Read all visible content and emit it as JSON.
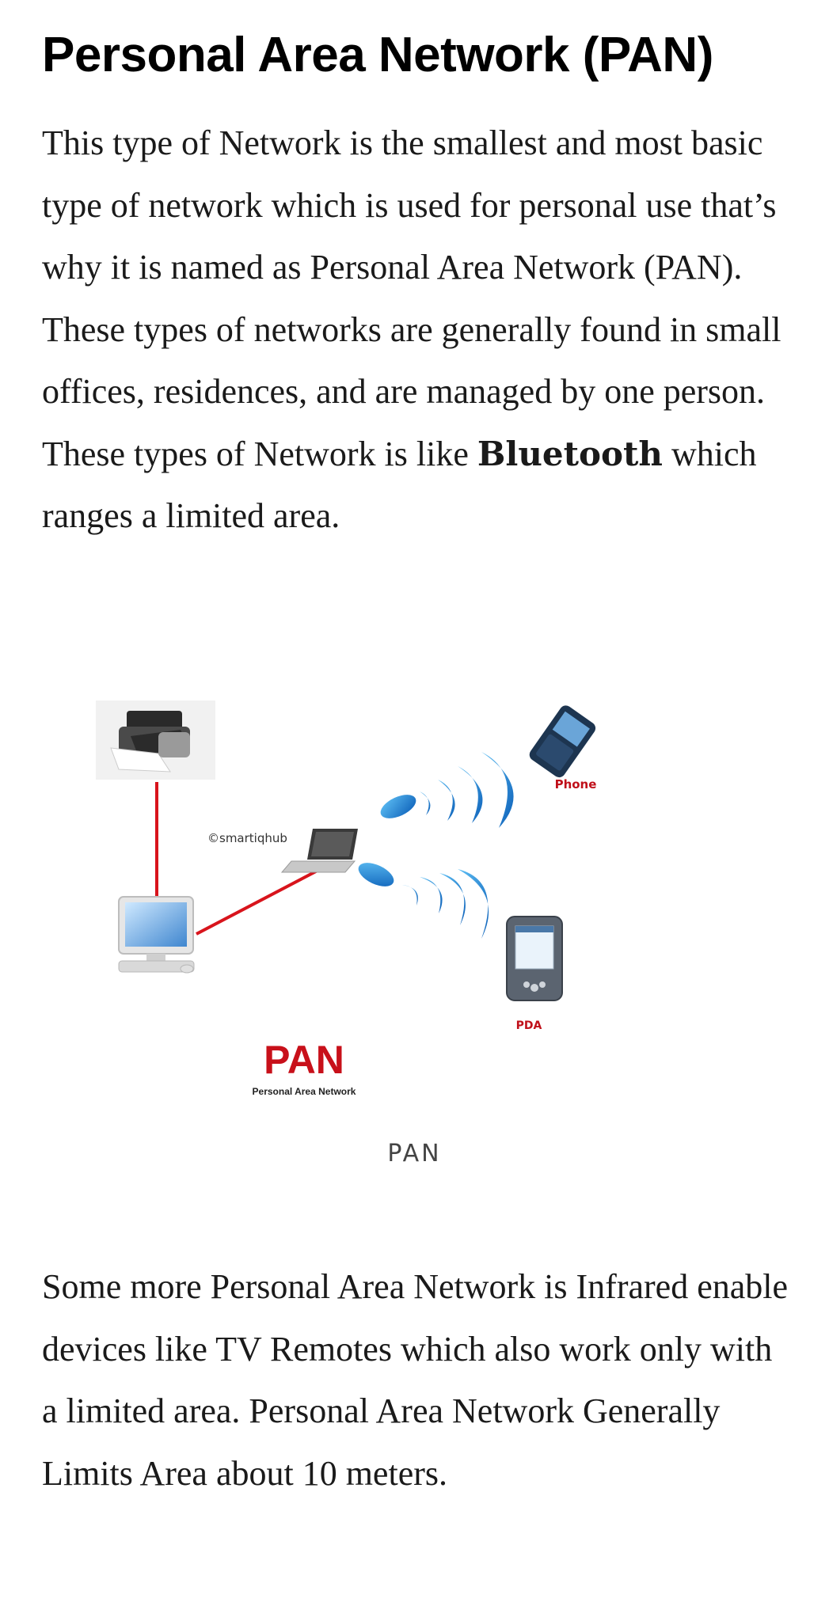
{
  "article": {
    "title": "Personal Area Network (PAN)",
    "intro_text": "This type of Network is the smallest and most basic type of network which is used for personal use that’s why it is named as Personal Area Network (PAN). These types of networks are generally found in small offices, residences, and are managed by one person. These types of Network is like ",
    "intro_bold": "Bluetooth",
    "intro_tail": " which ranges a limited area.",
    "closing_text": "Some more Personal Area Network is Infrared enable devices like TV Remotes which also work only with a limited area. Personal Area Network Generally Limits Area about 10 meters."
  },
  "figure": {
    "watermark": "©smartiqhub",
    "label_phone": "Phone",
    "label_pda": "PDA",
    "brand_title": "PAN",
    "brand_subtitle": "Personal Area Network",
    "caption": "PAN",
    "icons": [
      "printer-icon",
      "desktop-computer-icon",
      "laptop-icon",
      "wireless-signal-icon",
      "mobile-phone-icon",
      "pda-icon"
    ],
    "colors": {
      "cable": "#d8141c",
      "signal": "#1a7fd6",
      "brand": "#c8101a",
      "device_label": "#c0101a"
    }
  }
}
